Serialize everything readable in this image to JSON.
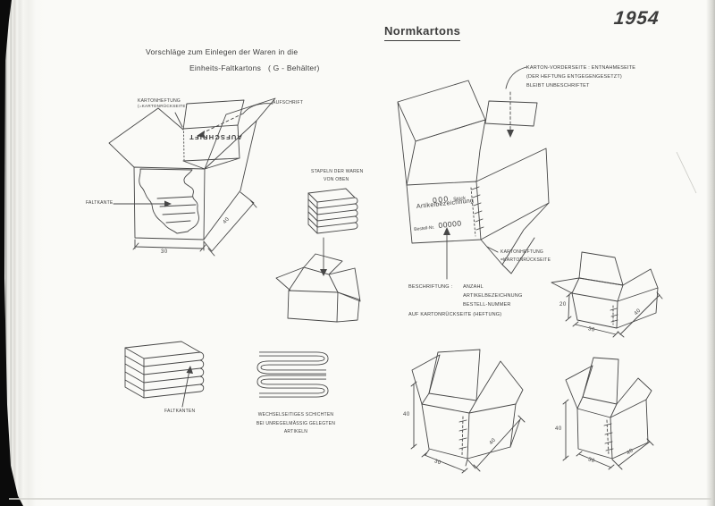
{
  "page": {
    "title": "Normkartons",
    "year": "1954"
  },
  "left": {
    "heading1": "Vorschläge zum Einlegen der Waren  in die",
    "heading2a": "Einheits-Faltkartons",
    "heading2b": "( G - Behälter)",
    "heftung_line1": "KARTONHEFTUNG",
    "heftung_line2": "(=KARTONRÜCKSEITE)",
    "aufschrift": "AUFSCHRIFT",
    "aufschrift_mirrored": "AUFSCHRIFT",
    "faltkante": "FALTKANTE",
    "dim_w": "30",
    "dim_d": "40"
  },
  "middle": {
    "stapeln_line1": "STAPELN DER WAREN",
    "stapeln_line2": "VON OBEN"
  },
  "right": {
    "vorderseite_line1": "KARTON-VORDERSEITE : ENTNAHMESEITE",
    "vorderseite_line2": "(DER HEFTUNG ENTGEGENGESETZT)",
    "vorderseite_line3": "BLEIBT UNBESCHRIFTET",
    "qty": "000",
    "qty_unit": "Stück",
    "article": "Artikelbezeichnung",
    "order_label": "Bestell-Nr.",
    "order_no": "00000",
    "heftung_line1": "KARTONHEFTUNG",
    "heftung_line2": "=KARTONRÜCKSEITE",
    "beschriftung_label": "BESCHRIFTUNG :",
    "beschriftung_item1": "ANZAHL",
    "beschriftung_item2": "ARTIKELBEZEICHNUNG",
    "beschriftung_item3": "BESTELL-NUMMER",
    "beschriftung_note": "AUF KARTONRÜCKSEITE (HEFTUNG)"
  },
  "bottom": {
    "faltkanten": "FALTKANTEN",
    "wechsel_line1": "WECHSELSEITIGES SCHICHTEN",
    "wechsel_line2": "BEI UNREGELMÄSSIG GELEGTEN",
    "wechsel_line3": "ARTIKELN"
  },
  "boxes": {
    "box1": {
      "h": "20",
      "w": "30",
      "d": "40"
    },
    "box2": {
      "h": "40",
      "w": "30",
      "d": "40"
    },
    "box3": {
      "h": "40",
      "w": "30",
      "d": "40"
    }
  }
}
